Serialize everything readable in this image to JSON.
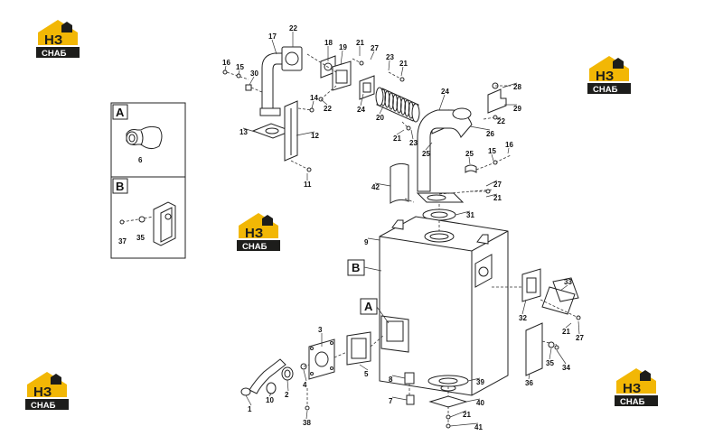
{
  "brand": {
    "logo_letters": "НЗ",
    "logo_word": "СНАБ",
    "colors": {
      "yellow": "#f2b705",
      "dark": "#1d1d1b",
      "white": "#ffffff"
    }
  },
  "callouts": {
    "A": "A",
    "B": "B"
  },
  "panels": {
    "A": {
      "letter": "A",
      "parts": [
        "6"
      ]
    },
    "B": {
      "letter": "B",
      "parts": [
        "37",
        "35"
      ]
    }
  },
  "part_numbers": [
    "1",
    "2",
    "3",
    "4",
    "5",
    "7",
    "8",
    "9",
    "10",
    "11",
    "12",
    "13",
    "14",
    "15",
    "16",
    "17",
    "18",
    "19",
    "20",
    "21",
    "22",
    "23",
    "24",
    "25",
    "26",
    "27",
    "28",
    "29",
    "30",
    "31",
    "32",
    "33",
    "34",
    "35",
    "36",
    "37",
    "38",
    "39",
    "40",
    "41",
    "42"
  ]
}
